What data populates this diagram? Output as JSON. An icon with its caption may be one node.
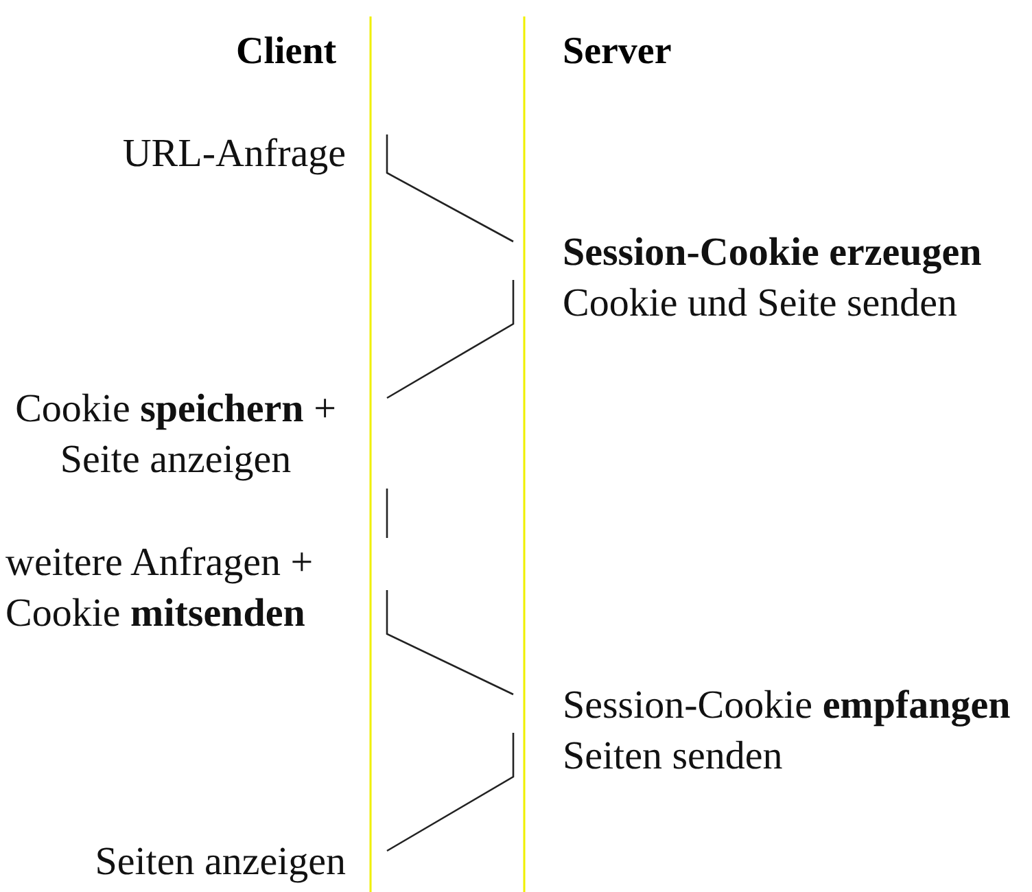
{
  "diagram": {
    "nodes": [
      {
        "text": [
          "URL-Anfrage"
        ]
      },
      {
        "text": [
          "**Session-Cookie erzeugen**",
          "Cookie und Seite senden"
        ]
      },
      {
        "text": [
          "Cookie **speichern** + Seite anzeigen"
        ]
      },
      {
        "text": [
          "weitere Anfragen + Cookie **mitsenden**"
        ]
      },
      {
        "text": [
          "Session-Cookie **empfangen**",
          "Seiten senden"
        ]
      },
      {
        "text": [
          "Seiten anzeigen"
        ]
      }
    ],
    "edges": [
      {
        "from": 0,
        "to": 1,
        "arrow": "none"
      },
      {
        "from": 1,
        "to": 2,
        "arrow": "none"
      },
      {
        "from": 2,
        "to": 3,
        "arrow": "none"
      },
      {
        "from": 3,
        "to": 4,
        "arrow": "none"
      },
      {
        "from": 4,
        "to": 5,
        "arrow": "none"
      }
    ],
    "labels": [
      "Client",
      "Server"
    ]
  }
}
